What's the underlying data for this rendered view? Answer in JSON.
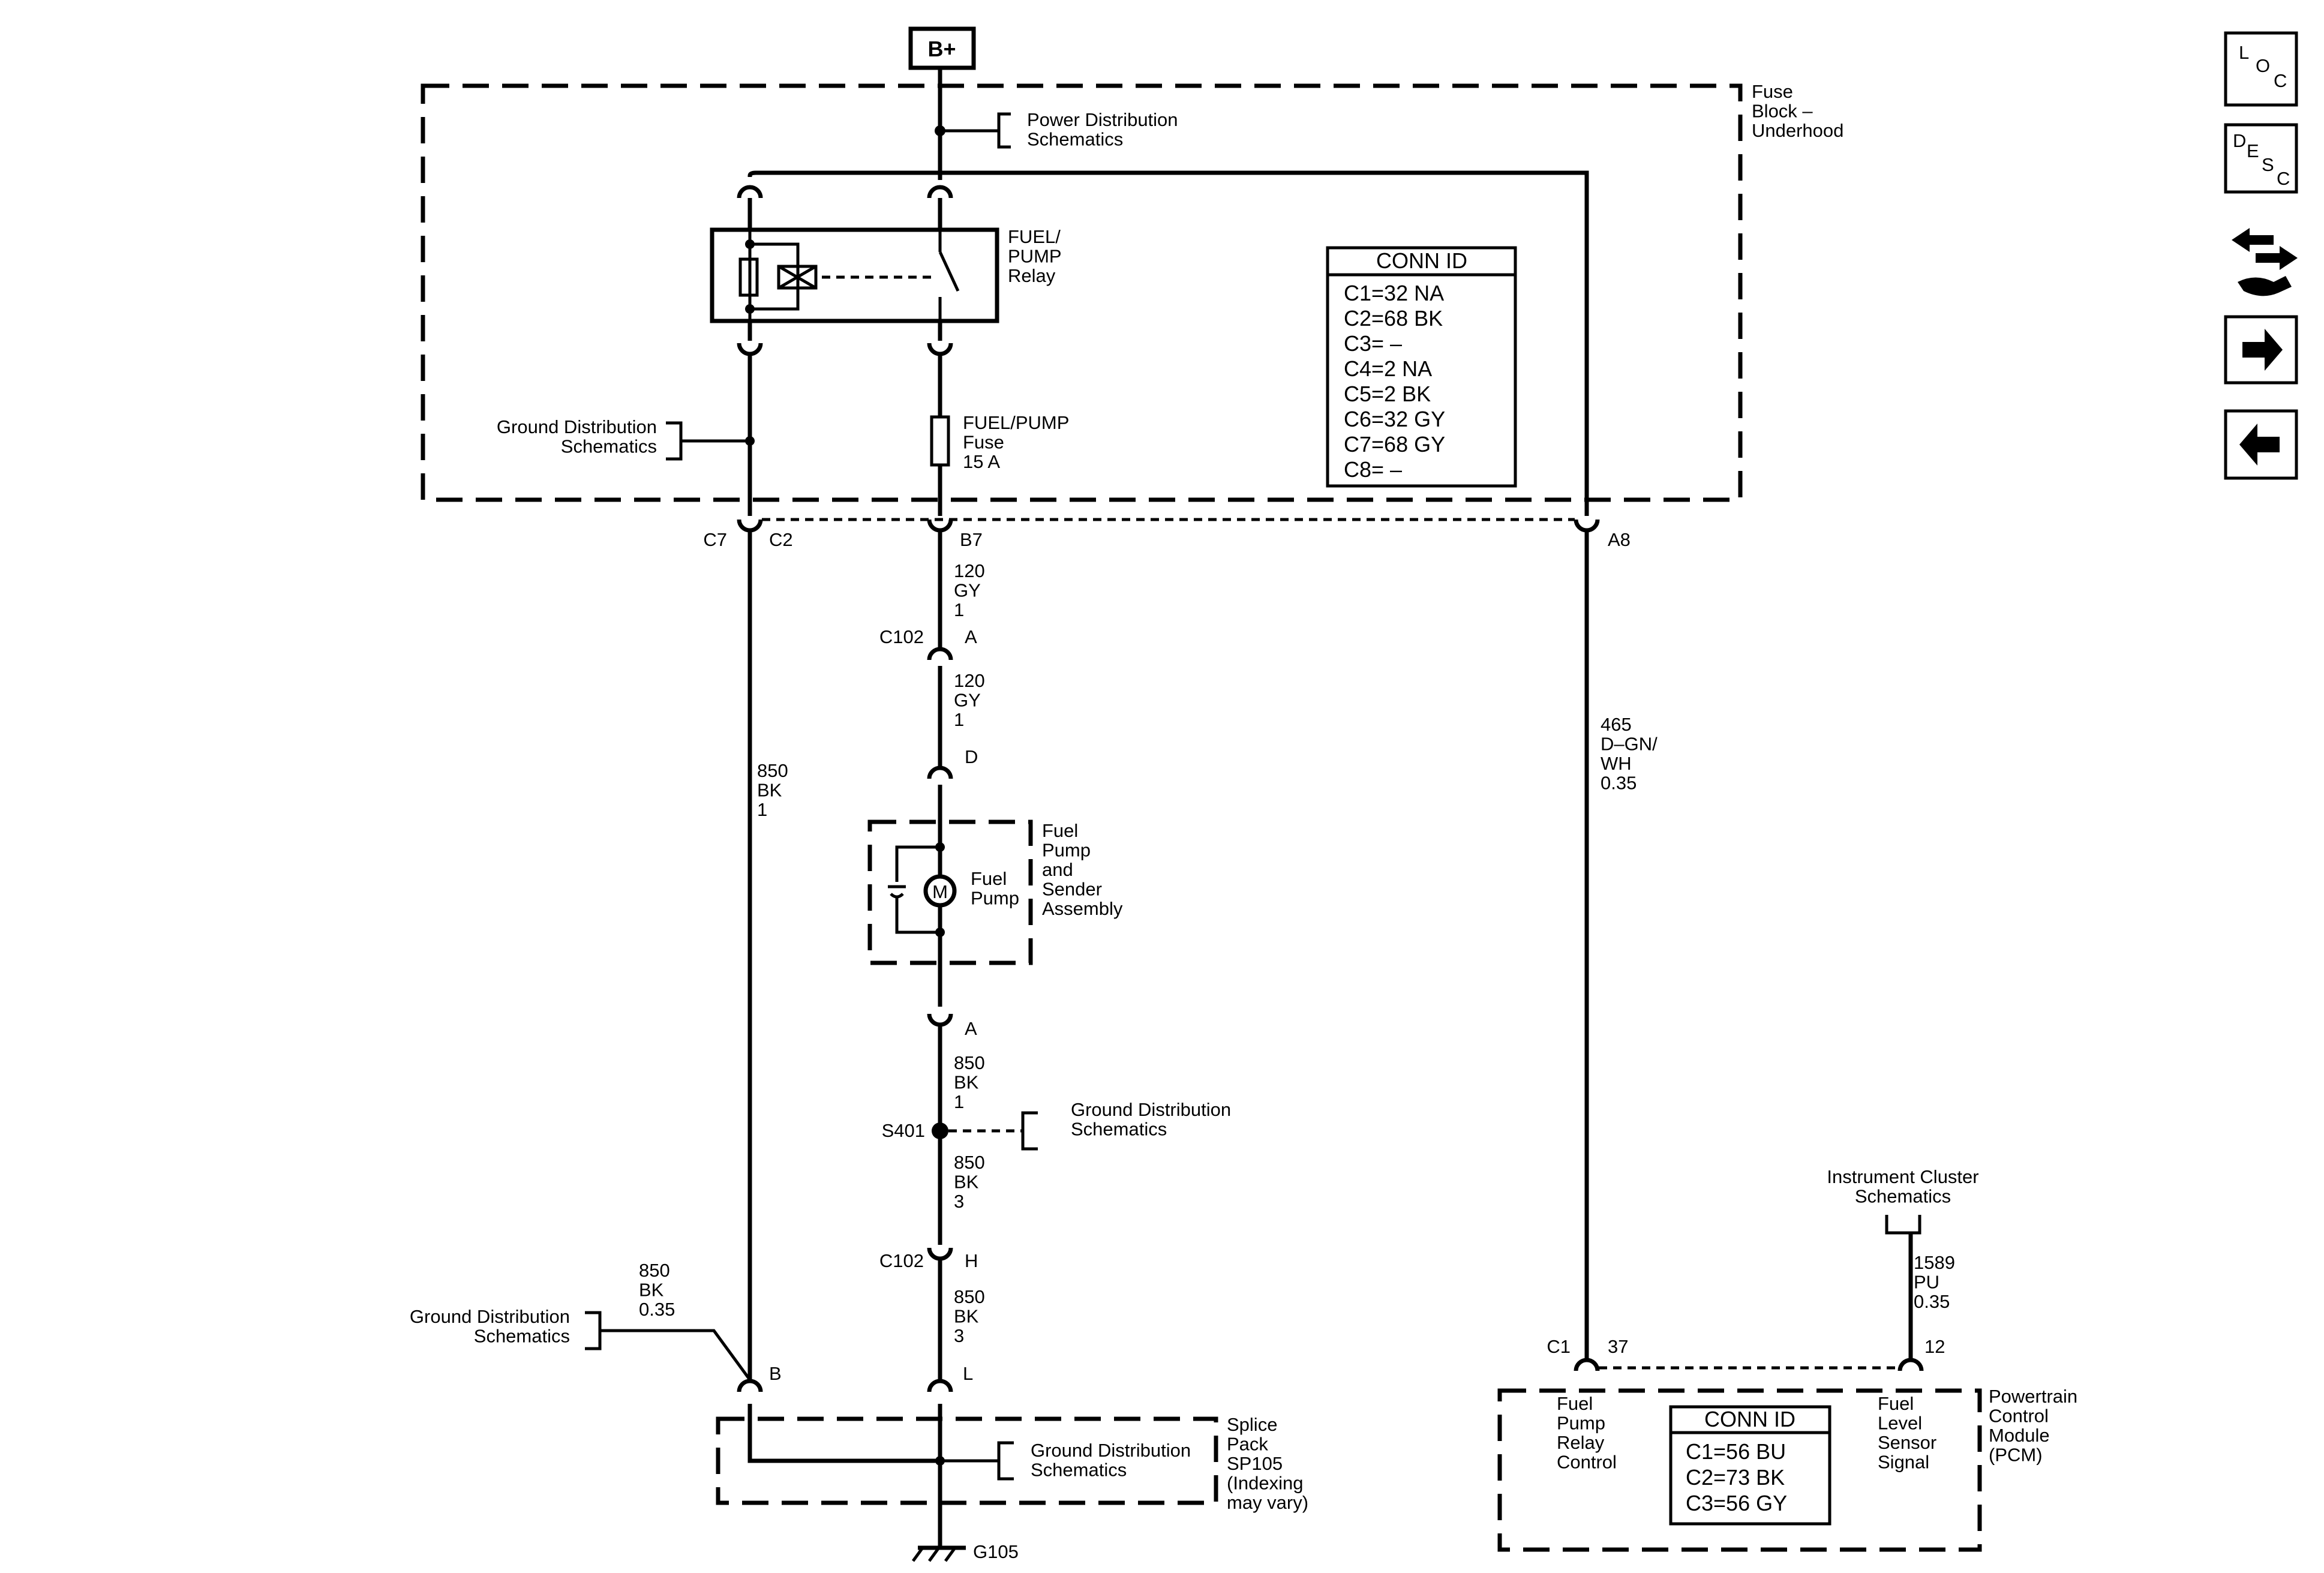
{
  "supply": {
    "label": "B+"
  },
  "fuse_block": {
    "title": "Fuse\nBlock –\nUnderhood"
  },
  "power_dist_ref": "Power Distribution\nSchematics",
  "relay": {
    "label": "FUEL/\nPUMP\nRelay"
  },
  "fuse": {
    "label": "FUEL/PUMP\nFuse\n15 A"
  },
  "ground_ref": "Ground Distribution\nSchematics",
  "conn_table_fuse_block": {
    "title": "CONN ID",
    "rows": [
      "C1=32 NA",
      "C2=68 BK",
      "C3= –",
      "C4=2 NA",
      "C5=2 BK",
      "C6=32 GY",
      "C7=68 GY",
      "C8= –"
    ]
  },
  "pins": {
    "c7": "C7",
    "c2": "C2",
    "b7": "B7",
    "a8": "A8",
    "c102_a_conn": "C102",
    "c102_a_pin": "A",
    "d": "D",
    "a_pump": "A",
    "s401": "S401",
    "c102_h_conn": "C102",
    "c102_h_pin": "H",
    "b_splice": "B",
    "l_splice": "L",
    "g105": "G105",
    "pcm_c1": "C1",
    "pcm_37": "37",
    "pcm_12": "12"
  },
  "wires": {
    "b7_out": "120\nGY\n1",
    "c102_out": "120\nGY\n1",
    "ground_850_bk_1": "850\nBK\n1",
    "a8_out": "465\nD–GN/\nWH\n0.35",
    "pump_ground": "850\nBK\n1",
    "s401_out": "850\nBK\n3",
    "c102_h_out": "850\nBK\n3",
    "splice_ground": "850\nBK\n0.35",
    "fuel_level": "1589\nPU\n0.35"
  },
  "fuel_pump": {
    "motor_symbol": "M",
    "label": "Fuel\nPump",
    "assembly": "Fuel\nPump\nand\nSender\nAssembly"
  },
  "splice_pack": {
    "label": "Splice\nPack\nSP105\n(Indexing\nmay vary)"
  },
  "instrument_ref": "Instrument Cluster\nSchematics",
  "pcm": {
    "title": "Powertrain\nControl\nModule\n(PCM)",
    "left_signal": "Fuel\nPump\nRelay\nControl",
    "right_signal": "Fuel\nLevel\nSensor\nSignal",
    "conn_table": {
      "title": "CONN ID",
      "rows": [
        "C1=56 BU",
        "C2=73 BK",
        "C3=56 GY"
      ]
    }
  },
  "nav": {
    "loc": "LOC",
    "desc": "DESC",
    "icons": [
      "wrench-arrow-icon",
      "arrow-right-icon",
      "arrow-left-icon"
    ]
  }
}
